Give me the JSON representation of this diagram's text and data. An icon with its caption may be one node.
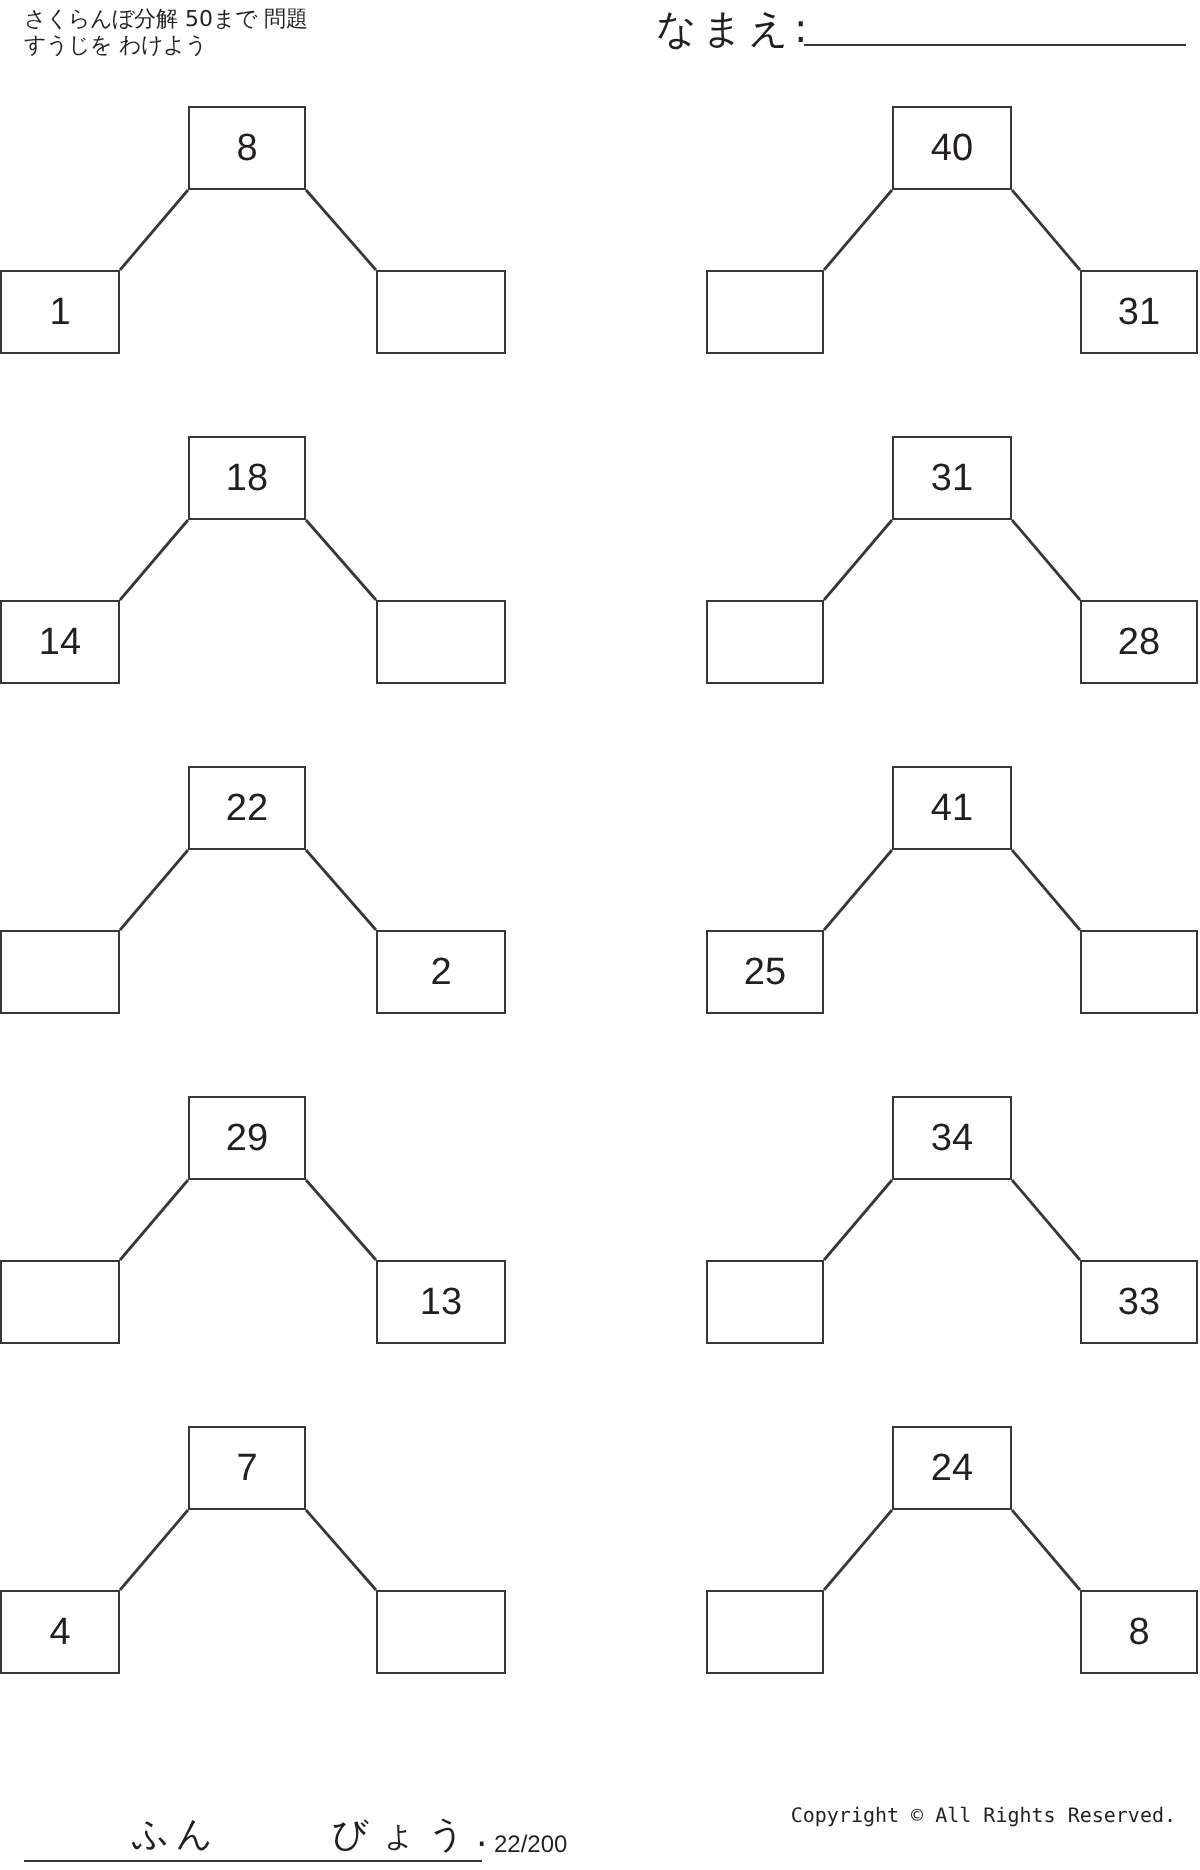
{
  "diagram": {
    "nodes": [
      {
        "text": [
          "8"
        ]
      },
      {
        "text": [
          "1"
        ]
      },
      {
        "text": [],
        "shape": "box"
      },
      {
        "text": [
          "40"
        ]
      },
      {
        "text": [],
        "shape": "box"
      },
      {
        "text": [
          "31"
        ]
      },
      {
        "text": [
          "18"
        ]
      },
      {
        "text": [
          "14"
        ]
      },
      {
        "text": [],
        "shape": "box"
      },
      {
        "text": [
          "31"
        ]
      },
      {
        "text": [],
        "shape": "box"
      },
      {
        "text": [
          "28"
        ]
      },
      {
        "text": [
          "22"
        ]
      },
      {
        "text": [],
        "shape": "box"
      },
      {
        "text": [
          "2"
        ]
      },
      {
        "text": [
          "41"
        ]
      },
      {
        "text": [
          "25"
        ]
      },
      {
        "text": [],
        "shape": "box"
      },
      {
        "text": [
          "29"
        ]
      },
      {
        "text": [],
        "shape": "box"
      },
      {
        "text": [
          "13"
        ]
      },
      {
        "text": [
          "34"
        ]
      },
      {
        "text": [],
        "shape": "box"
      },
      {
        "text": [
          "33"
        ]
      },
      {
        "text": [
          "7"
        ]
      },
      {
        "text": [
          "4"
        ]
      },
      {
        "text": [],
        "shape": "box"
      },
      {
        "text": [
          "24"
        ]
      },
      {
        "text": [],
        "shape": "box"
      },
      {
        "text": [
          "8"
        ]
      }
    ],
    "edges": [
      {
        "from": 0,
        "to": 1,
        "arrow": "none"
      },
      {
        "from": 0,
        "to": 2,
        "arrow": "none"
      },
      {
        "from": 3,
        "to": 4,
        "arrow": "none"
      },
      {
        "from": 3,
        "to": 5,
        "arrow": "none"
      },
      {
        "from": 6,
        "to": 7,
        "arrow": "none"
      },
      {
        "from": 6,
        "to": 8,
        "arrow": "none"
      },
      {
        "from": 9,
        "to": 10,
        "arrow": "none"
      },
      {
        "from": 9,
        "to": 11,
        "arrow": "none"
      },
      {
        "from": 12,
        "to": 13,
        "arrow": "none"
      },
      {
        "from": 12,
        "to": 14,
        "arrow": "none"
      },
      {
        "from": 15,
        "to": 16,
        "arrow": "none"
      },
      {
        "from": 15,
        "to": 17,
        "arrow": "none"
      },
      {
        "from": 18,
        "to": 19,
        "arrow": "none"
      },
      {
        "from": 18,
        "to": 20,
        "arrow": "none"
      },
      {
        "from": 21,
        "to": 22,
        "arrow": "none"
      },
      {
        "from": 21,
        "to": 23,
        "arrow": "none"
      },
      {
        "from": 24,
        "to": 25,
        "arrow": "none"
      },
      {
        "from": 24,
        "to": 26,
        "arrow": "none"
      },
      {
        "from": 27,
        "to": 28,
        "arrow": "none"
      },
      {
        "from": 27,
        "to": 29,
        "arrow": "none"
      }
    ],
    "labels": [
      "さくらんぼ分解 50まで 問題",
      "すうじを わけよう",
      "なまえ:",
      "ふん",
      "びょう.",
      "22/200",
      "Copyright © All Rights Reserved."
    ]
  }
}
